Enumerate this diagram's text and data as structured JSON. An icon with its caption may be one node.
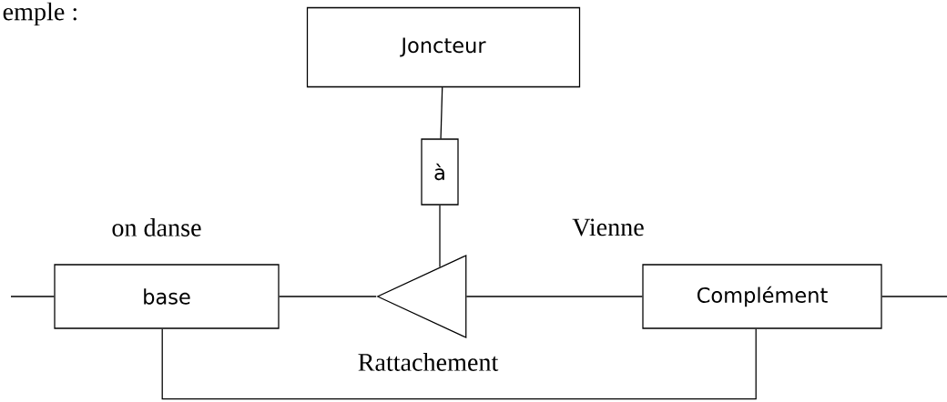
{
  "diagram": {
    "nodes": [
      {
        "text": [
          "Joncteur"
        ]
      },
      {
        "text": [
          "à"
        ]
      },
      {
        "text": [],
        "shape": "triangle",
        "beside": [
          "Rattachement"
        ]
      },
      {
        "text": [
          "base"
        ],
        "beside": [
          "on danse"
        ]
      },
      {
        "text": [
          "Complément"
        ],
        "beside": [
          "Vienne"
        ]
      }
    ],
    "edges": [
      {
        "from": 0,
        "to": 1,
        "arrow": "none"
      },
      {
        "from": 1,
        "to": 2,
        "arrow": "none"
      },
      {
        "from": null,
        "to": 3,
        "arrow": "none"
      },
      {
        "from": 3,
        "to": 2,
        "arrow": "none"
      },
      {
        "from": 2,
        "to": 4,
        "arrow": "none"
      },
      {
        "from": 4,
        "to": null,
        "arrow": "none"
      },
      {
        "from": 3,
        "to": 4,
        "arrow": "none"
      }
    ],
    "labels": [
      "emple :"
    ]
  }
}
